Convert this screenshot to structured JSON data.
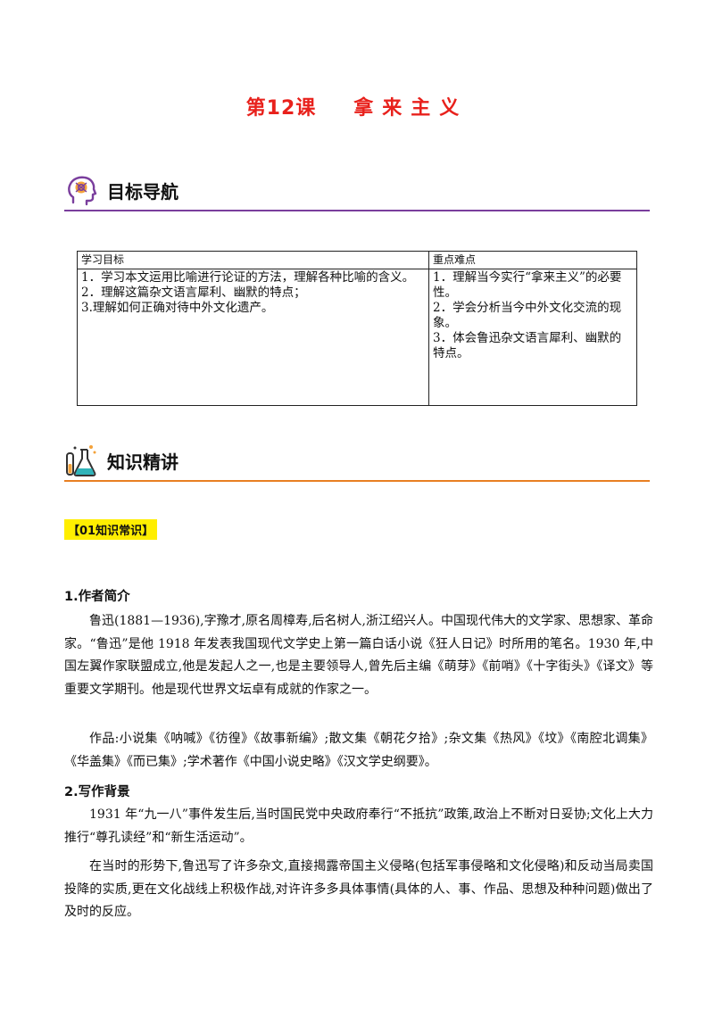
{
  "title": {
    "lesson_no": "第12课",
    "lesson_name": "拿来主义"
  },
  "sections": {
    "goals": {
      "label": "目标导航",
      "icon": "brain-head-icon",
      "accent_color": "#7a3e9d"
    },
    "knowledge": {
      "label": "知识精讲",
      "icon": "lab-flask-icon",
      "accent_color": "#e87f22"
    }
  },
  "goals_table": {
    "headers": [
      "学习目标",
      "重点难点"
    ],
    "learning_goals": [
      "1．学习本文运用比喻进行论证的方法，理解各种比喻的含义。",
      "2．理解这篇杂文语言犀利、幽默的特点；",
      "3.理解如何正确对待中外文化遗产。"
    ],
    "key_points": [
      "1．理解当今实行“拿来主义”的必要性。",
      "2．学会分析当今中外文化交流的现象。",
      "3．体会鲁迅杂文语言犀利、幽默的特点。"
    ]
  },
  "knowledge": {
    "tag": "【01知识常识】",
    "author": {
      "heading": "1.作者简介",
      "paragraphs": [
        "鲁迅(1881—1936),字豫才,原名周樟寿,后名树人,浙江绍兴人。中国现代伟大的文学家、思想家、革命家。“鲁迅”是他 1918 年发表我国现代文学史上第一篇白话小说《狂人日记》时所用的笔名。1930 年,中国左翼作家联盟成立,他是发起人之一,也是主要领导人,曾先后主编《萌芽》《前哨》《十字街头》《译文》等重要文学期刊。他是现代世界文坛卓有成就的作家之一。",
        "作品:小说集《呐喊》《彷徨》《故事新编》;散文集《朝花夕拾》;杂文集《热风》《坟》《南腔北调集》《华盖集》《而已集》;学术著作《中国小说史略》《汉文学史纲要》。"
      ]
    },
    "background": {
      "heading": "2.写作背景",
      "paragraphs": [
        "1931 年“九一八”事件发生后,当时国民党中央政府奉行“不抵抗”政策,政治上不断对日妥协;文化上大力推行“尊孔读经”和“新生活运动”。",
        "在当时的形势下,鲁迅写了许多杂文,直接揭露帝国主义侵略(包括军事侵略和文化侵略)和反动当局卖国投降的实质,更在文化战线上积极作战,对许许多多具体事情(具体的人、事、作品、思想及种种问题)做出了及时的反应。"
      ]
    }
  }
}
